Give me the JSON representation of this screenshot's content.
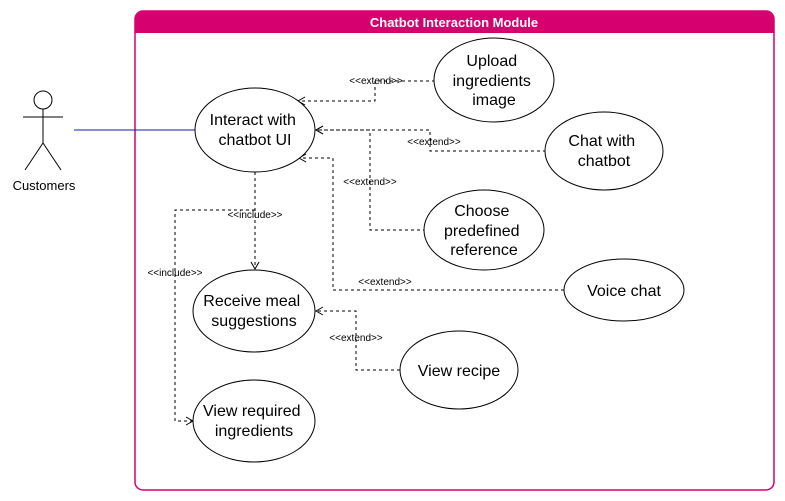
{
  "system": {
    "title": "Chatbot Interaction Module",
    "color": "#d6006f"
  },
  "actor": {
    "label": "Customers"
  },
  "use_cases": {
    "interact": [
      "Interact with",
      "chatbot UI"
    ],
    "upload": [
      "Upload",
      "ingredients",
      "image"
    ],
    "chat": [
      "Chat with",
      "chatbot"
    ],
    "choose": [
      "Choose",
      "predefined",
      "reference"
    ],
    "voice": [
      "Voice chat"
    ],
    "receive": [
      "Receive meal",
      "suggestions"
    ],
    "recipe": [
      "View recipe"
    ],
    "required": [
      "View required",
      "ingredients"
    ]
  },
  "relations": {
    "extend_upload": "<<extend>>",
    "extend_chat": "<<extend>>",
    "extend_choose": "<<extend>>",
    "extend_voice": "<<extend>>",
    "extend_recipe": "<<extend>>",
    "include_receive": "<<include>>",
    "include_required": "<<include>>"
  },
  "colors": {
    "association_line": "#1a1aa6",
    "border": "#d6006f"
  }
}
